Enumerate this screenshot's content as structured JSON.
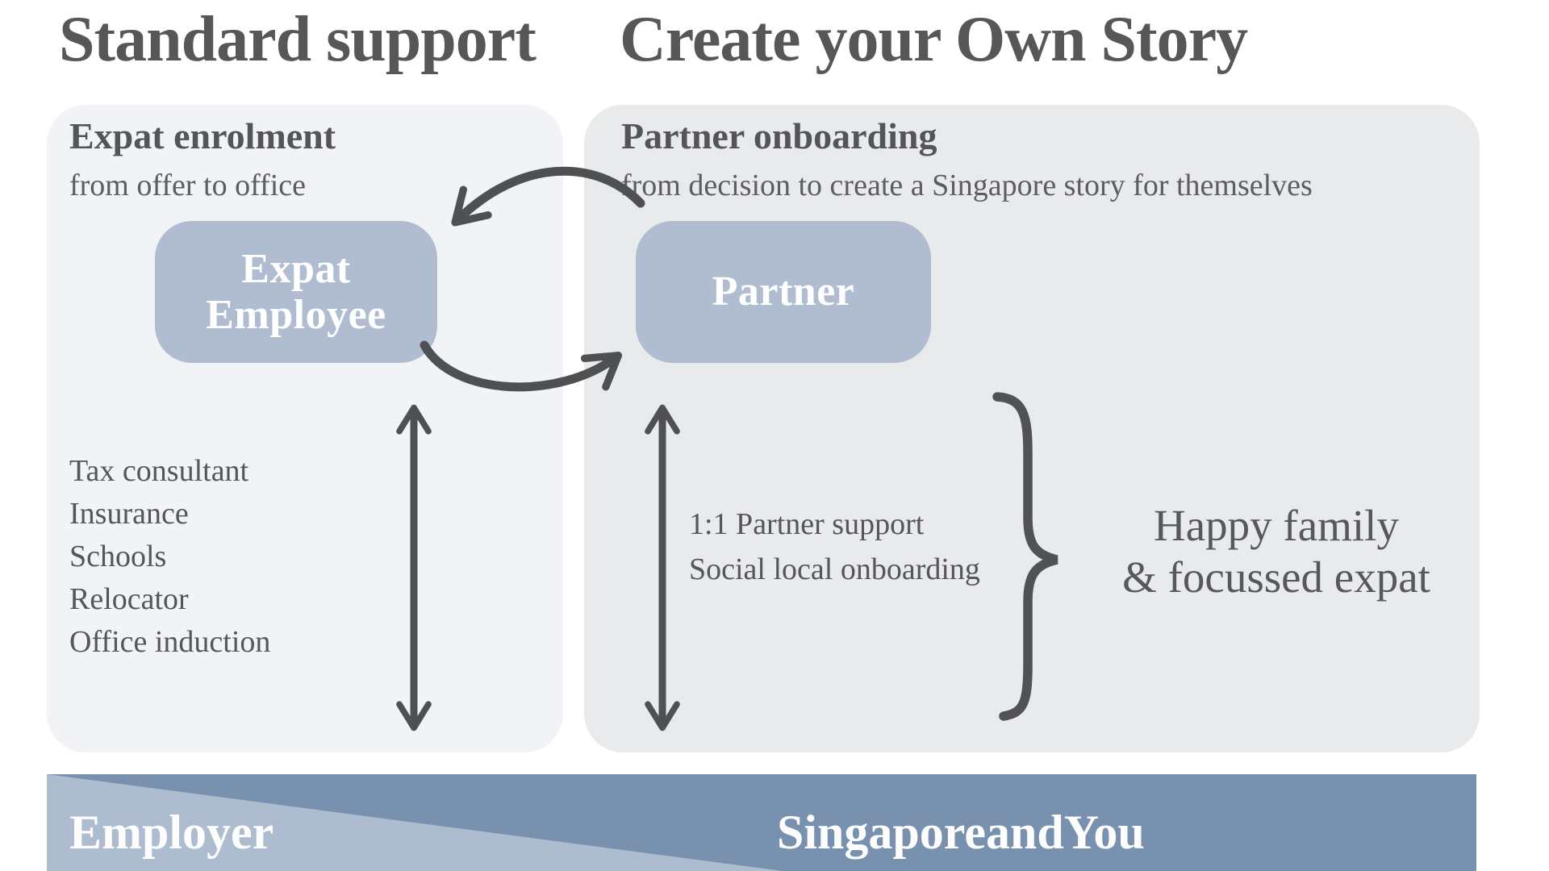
{
  "headings": {
    "left": "Standard support",
    "right": "Create your Own Story"
  },
  "left_panel": {
    "title": "Expat enrolment",
    "subtitle": "from offer to office",
    "box_lines": [
      "Expat",
      "Employee"
    ],
    "services": [
      "Tax consultant",
      "Insurance",
      "Schools",
      "Relocator",
      "Office induction"
    ]
  },
  "right_panel": {
    "title": "Partner onboarding",
    "subtitle": "from decision to create a Singapore story for themselves",
    "box_label": "Partner",
    "support_lines": [
      "1:1 Partner support",
      "Social local onboarding"
    ],
    "outcome_lines": [
      "Happy family",
      "& focussed expat"
    ]
  },
  "footer": {
    "left_label": "Employer",
    "right_label": "SingaporeandYou"
  },
  "colors": {
    "node_box": "#b0bdd1",
    "panel_left_bg": "#f1f3f7",
    "panel_right_bg": "#e9eaec",
    "footer_bar": "#7791ae",
    "footer_wedge": "#aebcd0",
    "text_dark": "#55565a",
    "heading_text": "#565759",
    "arrow_stroke": "#4f5052",
    "box_text": "#ffffff"
  }
}
